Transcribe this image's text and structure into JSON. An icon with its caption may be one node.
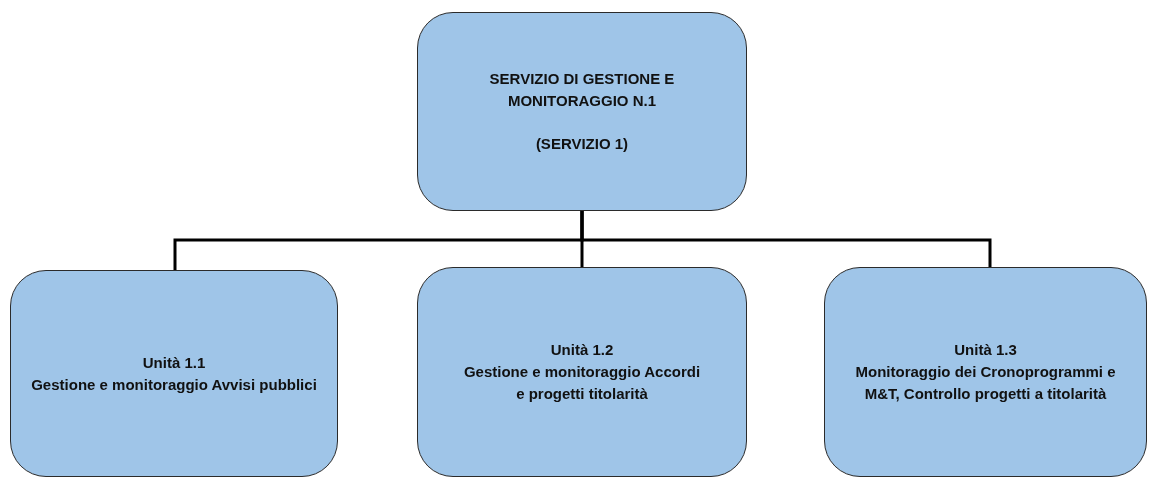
{
  "diagram": {
    "nodes": [
      {
        "text": [
          "SERVIZIO DI GESTIONE E MONITORAGGIO N.1",
          "(SERVIZIO 1)"
        ]
      },
      {
        "text": [
          "Unità 1.1",
          "Gestione e monitoraggio Avvisi pubblici"
        ]
      },
      {
        "text": [
          "Unità 1.2",
          "Gestione e monitoraggio Accordi e progetti titolarità"
        ]
      },
      {
        "text": [
          "Unità 1.3",
          "Monitoraggio dei Cronoprogrammi e M&T, Controllo progetti a titolarità"
        ]
      }
    ],
    "edges": [
      {
        "from": 0,
        "to": 1,
        "arrow": "none"
      },
      {
        "from": 0,
        "to": 2,
        "arrow": "none"
      },
      {
        "from": 0,
        "to": 3,
        "arrow": "none"
      }
    ]
  }
}
